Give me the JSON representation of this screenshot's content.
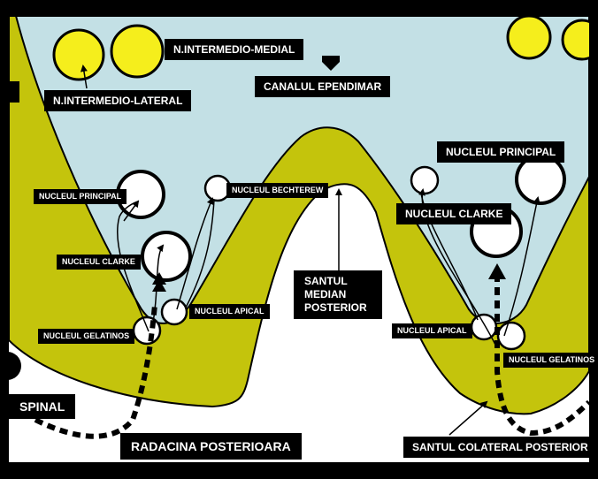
{
  "labels": {
    "n_intermedio_medial": "N.INTERMEDIO-MEDIAL",
    "n_intermedio_lateral": "N.INTERMEDIO-LATERAL",
    "canalul_ependimar": "CANALUL EPENDIMAR",
    "nucleul_principal_left": "NUCLEUL PRINCIPAL",
    "nucleul_bechterew": "NUCLEUL BECHTEREW",
    "nucleul_clarke_left": "NUCLEUL CLARKE",
    "nucleul_apical_left": "NUCLEUL APICAL",
    "nucleul_gelatinos_left": "NUCLEUL GELATINOS",
    "santul_median_line1": "SANTUL",
    "santul_median_line2": "MEDIAN",
    "santul_median_line3": "POSTERIOR",
    "nucleul_principal_right": "NUCLEUL PRINCIPAL",
    "nucleul_clarke_right": "NUCLEUL CLARKE",
    "nucleul_apical_right": "NUCLEUL APICAL",
    "nucleul_gelatinos_right": "NUCLEUL GELATINOS",
    "spinal": "SPINAL",
    "radacina_posterioara": "RADACINA POSTERIOARA",
    "santul_colateral_posterior": "SANTUL COLATERAL POSTERIOR"
  },
  "colors": {
    "grey_matter_blue": "#c3e0e5",
    "white_matter_olive": "#c4c40c",
    "nucleus_yellow": "#f5ee1c",
    "nucleus_white": "#ffffff",
    "label_bg": "#000000",
    "label_text": "#ffffff"
  }
}
